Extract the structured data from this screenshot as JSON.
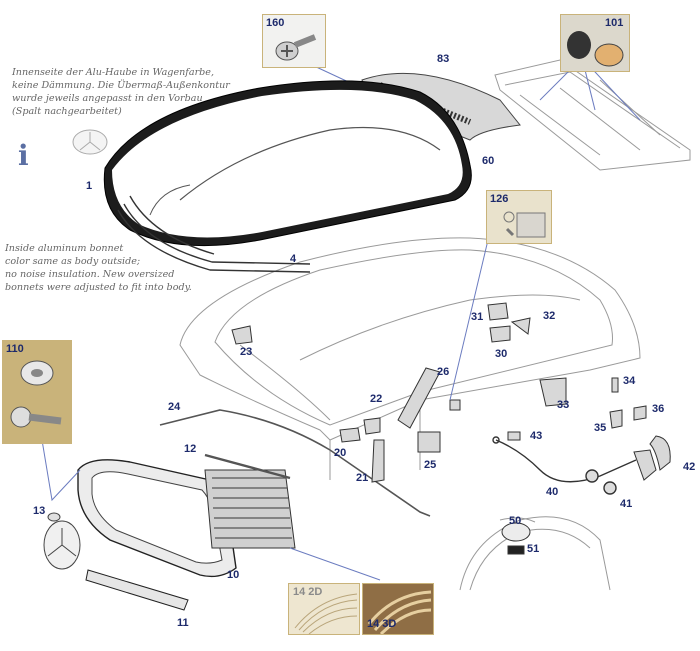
{
  "notes": {
    "german": [
      "Innenseite der Alu-Haube in Wagenfarbe,",
      "keine Dämmung. Die Übermaß-Außenkontur",
      "wurde jeweils angepasst in den Vorbau",
      "(Spalt nachgearbeitet)"
    ],
    "english": [
      "Inside aluminum bonnet",
      "color same as body outside;",
      "no noise insulation. New oversized",
      "bonnets were adjusted to fit into body."
    ],
    "info_icon": "i"
  },
  "photos": {
    "p160": "160",
    "p101": "101",
    "p126": "126",
    "p110": "110",
    "p14_2d": "14 2D",
    "p14_3d": "14 3D"
  },
  "parts": {
    "p1": "1",
    "p4": "4",
    "p10": "10",
    "p11": "11",
    "p12": "12",
    "p13": "13",
    "p20": "20",
    "p21": "21",
    "p22": "22",
    "p23": "23",
    "p24": "24",
    "p25": "25",
    "p26": "26",
    "p30": "30",
    "p31": "31",
    "p32": "32",
    "p33": "33",
    "p34": "34",
    "p35": "35",
    "p36": "36",
    "p40": "40",
    "p41": "41",
    "p42": "42",
    "p43": "43",
    "p50": "50",
    "p51": "51",
    "p60": "60",
    "p83": "83"
  },
  "colors": {
    "label_navy": "#1d2a6b",
    "photo_frame": "#c9b37a",
    "bonnet_dark": "#1c1c1c",
    "line_gray": "#8a8a8a"
  }
}
